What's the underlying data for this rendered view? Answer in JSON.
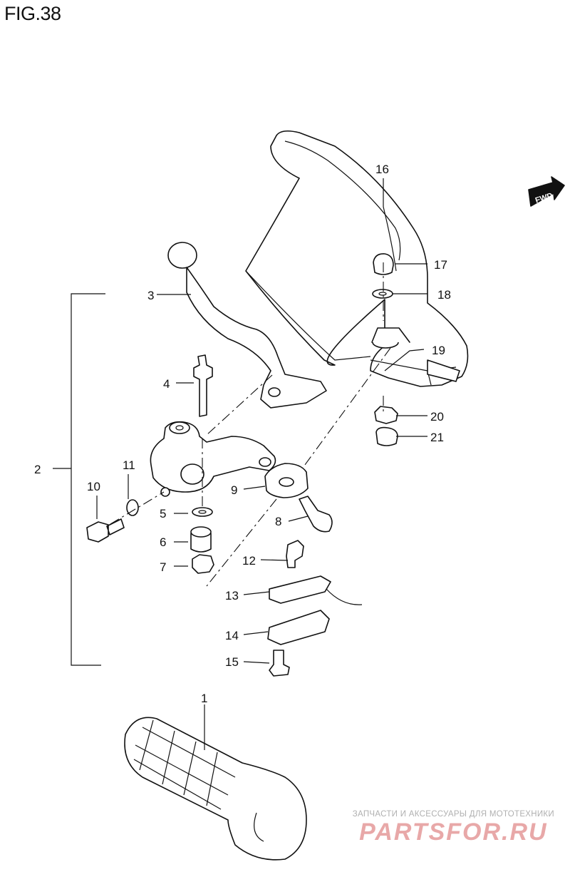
{
  "figure": {
    "title": "FIG.38"
  },
  "fwd_badge": {
    "label": "FWD"
  },
  "callouts": [
    "1",
    "2",
    "3",
    "4",
    "5",
    "6",
    "7",
    "8",
    "9",
    "10",
    "11",
    "12",
    "13",
    "14",
    "15",
    "16",
    "17",
    "18",
    "19",
    "20",
    "21"
  ],
  "watermark": {
    "tagline": "ЗАПЧАСТИ И АКСЕССУАРЫ ДЛЯ МОТОТЕХНИКИ",
    "brand": "PARTSFOR.RU"
  },
  "colors": {
    "ink": "#111111",
    "background": "#ffffff",
    "watermark_brand": "#e8a8a8",
    "watermark_text": "#b0b0b0"
  }
}
